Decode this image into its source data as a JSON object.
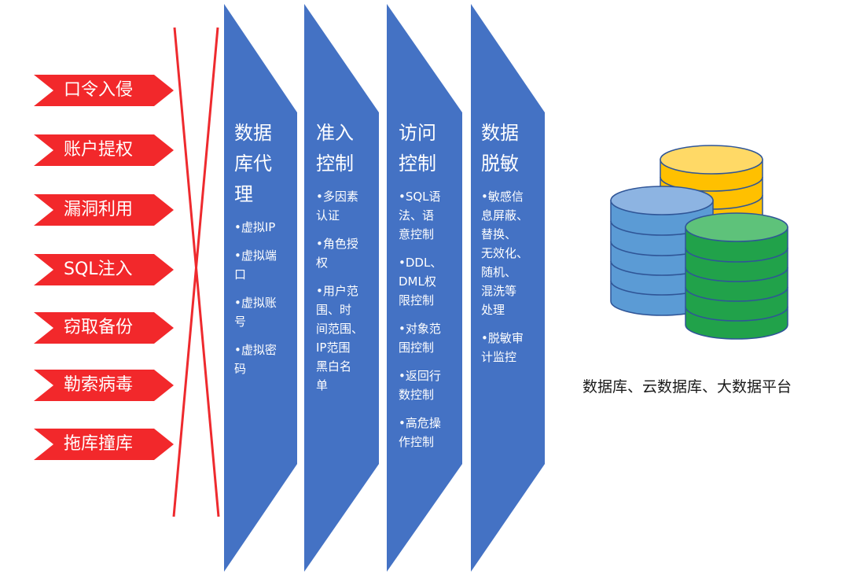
{
  "colors": {
    "threat_red": "#f2282b",
    "cross_red": "#ee2a2e",
    "chevron_blue": "#4472c4",
    "db_blue": "#5b9bd5",
    "db_yellow": "#ffc000",
    "db_green": "#21a24a",
    "caption_text": "#1a1a1a"
  },
  "threats": [
    {
      "label": "口令入侵"
    },
    {
      "label": "账户提权"
    },
    {
      "label": "漏洞利用"
    },
    {
      "label": "SQL注入"
    },
    {
      "label": "窃取备份"
    },
    {
      "label": "勒索病毒"
    },
    {
      "label": "拖库撞库"
    }
  ],
  "columns": [
    {
      "title_lines": [
        "数据",
        "库代",
        "理"
      ],
      "items": [
        {
          "lines": [
            "•虚拟IP"
          ]
        },
        {
          "lines": [
            "•虚拟端",
            "口"
          ]
        },
        {
          "lines": [
            "•虚拟账",
            "号"
          ]
        },
        {
          "lines": [
            "•虚拟密",
            "码"
          ]
        }
      ]
    },
    {
      "title_lines": [
        "准入",
        "控制"
      ],
      "items": [
        {
          "lines": [
            "•多因素",
            "认证"
          ]
        },
        {
          "lines": [
            "•角色授",
            "权"
          ]
        },
        {
          "lines": [
            "•用户范",
            "围、时",
            "间范围、",
            "IP范围",
            "黑白名",
            "单"
          ]
        }
      ]
    },
    {
      "title_lines": [
        "访问",
        "控制"
      ],
      "items": [
        {
          "lines": [
            "•SQL语",
            "法、语",
            "意控制"
          ]
        },
        {
          "lines": [
            "•DDL、",
            "DML权",
            "限控制"
          ]
        },
        {
          "lines": [
            "•对象范",
            "围控制"
          ]
        },
        {
          "lines": [
            "•返回行",
            "数控制"
          ]
        },
        {
          "lines": [
            "•高危操",
            "作控制"
          ]
        }
      ]
    },
    {
      "title_lines": [
        "数据",
        "脱敏"
      ],
      "items": [
        {
          "lines": [
            "•敏感信",
            "息屏蔽、",
            "替换、",
            "无效化、",
            "随机、",
            "混洗等",
            "处理"
          ]
        },
        {
          "lines": [
            "•脱敏审",
            "计监控"
          ]
        }
      ]
    }
  ],
  "platform": {
    "caption": "数据库、云数据库、大数据平台",
    "icon": "database-stack-icon"
  }
}
